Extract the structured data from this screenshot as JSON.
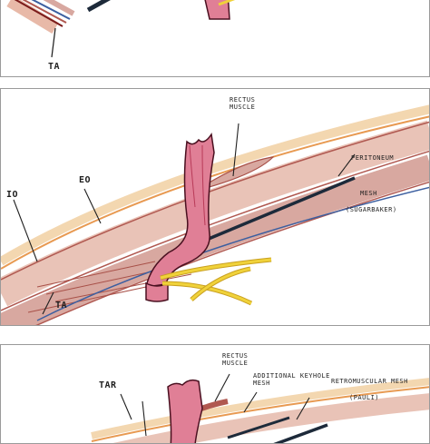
{
  "panel_top": {
    "labels": {
      "ta": "TA"
    }
  },
  "panel_middle": {
    "labels": {
      "rectus_muscle": "RECTUS\nMUSCLE",
      "peritoneum": "PERITONEUM",
      "eo": "EO",
      "io": "IO",
      "mesh": "MESH",
      "mesh_sugarbaker": "(SUGARBAKER)",
      "ta": "TA"
    }
  },
  "panel_bottom": {
    "labels": {
      "rectus_muscle": "RECTUS\nMUSCLE",
      "tar": "TAR",
      "additional_keyhole_mesh": "ADDITIONAL KEYHOLE\nMESH",
      "retromuscular_mesh": "RETROMUSCULAR\nMESH",
      "retromuscular_mesh_pauli": "(PAULI)"
    }
  },
  "colors": {
    "stoma": "#e07f96",
    "stoma_dark": "#b83a58",
    "muscle": "#d8a8a0",
    "muscle_dark": "#b05850",
    "fascia_orange": "#e89a52",
    "peritoneum_blue": "#3c5fa0",
    "mesh_line": "#1d2a3a",
    "nerve_yellow": "#f0d23a"
  }
}
